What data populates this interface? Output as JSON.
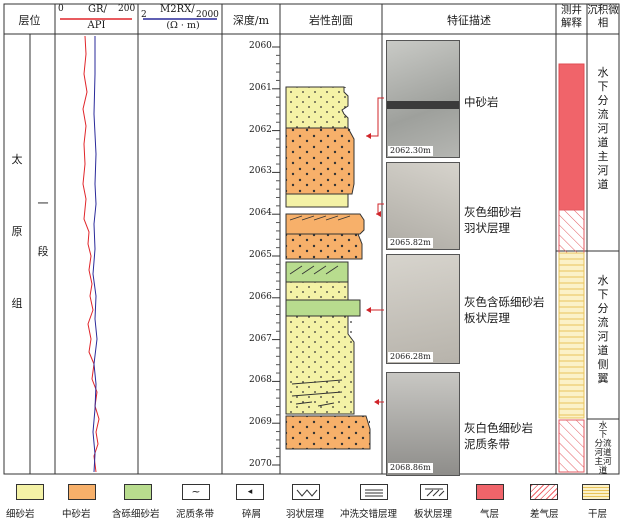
{
  "headers": {
    "layer": "层位",
    "gr_label": "GR/",
    "gr_min": "0",
    "gr_max": "200",
    "gr_unit": "API",
    "m2rx_label": "M2RX/",
    "m2rx_min": "2",
    "m2rx_max": "2000",
    "m2rx_unit": "(Ω · m)",
    "depth": "深度/m",
    "lithology": "岩性剖面",
    "features": "特征描述",
    "logging": "测井解释",
    "facies": "沉积微相"
  },
  "formation": {
    "name": [
      "太",
      "原",
      "组"
    ],
    "member": [
      "一",
      "段"
    ]
  },
  "depth_ticks": [
    "2060",
    "2061",
    "2062",
    "2063",
    "2064",
    "2065",
    "2066",
    "2067",
    "2068",
    "2069",
    "2070"
  ],
  "descriptions": [
    {
      "lines": [
        "中砂岩"
      ]
    },
    {
      "lines": [
        "灰色细砂岩",
        "羽状层理"
      ]
    },
    {
      "lines": [
        "灰色含砾细砂岩",
        "板状层理"
      ]
    },
    {
      "lines": [
        "灰白色细砂岩",
        "泥质条带"
      ]
    }
  ],
  "photo_captions": [
    "2062.30m",
    "2065.82m",
    "2066.28m",
    "2068.86m"
  ],
  "facies": [
    {
      "chars": [
        "水",
        "下",
        "分",
        "流",
        "河",
        "道",
        "主",
        "河",
        "道"
      ]
    },
    {
      "chars": [
        "水",
        "下",
        "分",
        "流",
        "河",
        "道",
        "侧",
        "翼"
      ]
    },
    {
      "chars": [
        "水",
        "下",
        "分流",
        "河道",
        "主河",
        "道"
      ]
    }
  ],
  "legend": [
    {
      "label": "细砂岩",
      "icon": "fine-sandstone-swatch",
      "color": "#f4f2a6"
    },
    {
      "label": "中砂岩",
      "icon": "medium-sandstone-swatch",
      "color": "#f7b06a"
    },
    {
      "label": "含砾细砂岩",
      "icon": "pebbly-sandstone-swatch",
      "color": "#b8dc8e"
    },
    {
      "label": "泥质条带",
      "icon": "mud-band-symbol"
    },
    {
      "label": "碎屑",
      "icon": "debris-symbol"
    },
    {
      "label": "羽状层理",
      "icon": "herringbone-bedding-symbol"
    },
    {
      "label": "冲洗交错层理",
      "icon": "swash-cross-bedding-symbol"
    },
    {
      "label": "板状层理",
      "icon": "tabular-bedding-symbol"
    },
    {
      "label": "气层",
      "icon": "gas-layer-swatch",
      "color": "#f0646a"
    },
    {
      "label": "差气层",
      "icon": "poor-gas-layer-swatch",
      "color": "#f0646a"
    },
    {
      "label": "干层",
      "icon": "dry-layer-swatch",
      "color": "#f2d77a"
    }
  ],
  "colors": {
    "gr_curve": "#e0252a",
    "m2rx_curve": "#2a2a9a",
    "fine": "#f4f2a6",
    "medium": "#f7b06a",
    "pebbly": "#b8dc8e",
    "gas": "#f0646a",
    "arrow": "#d0242a"
  }
}
